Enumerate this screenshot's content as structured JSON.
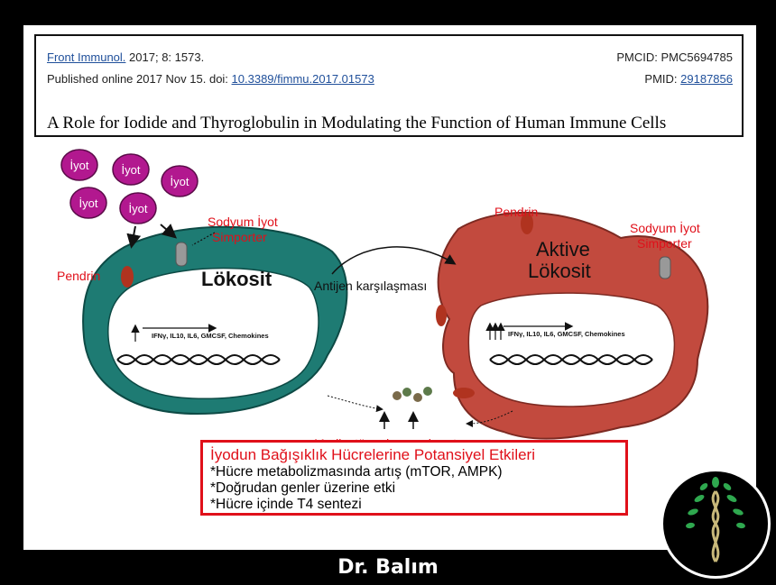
{
  "header": {
    "journal": "Front Immunol.",
    "citation": "2017; 8: 1573.",
    "published": "Published online 2017 Nov 15. doi: ",
    "doi": "10.3389/fimmu.2017.01573",
    "pmcid": "PMCID: PMC5694785",
    "pmid_label": "PMID: ",
    "pmid": "29187856",
    "title": "A Role for Iodide and Thyroglobulin in Modulating the Function of Human Immune Cells"
  },
  "figure": {
    "iodine_label": "İyot",
    "left_cell": {
      "name": "Lökosit",
      "pendrin": "Pendrin",
      "symporter_line1": "Sodyum İyot",
      "symporter_line2": "Simporter",
      "genes": "IFNγ, IL10, IL6, GMCSF, Chemokines"
    },
    "right_cell": {
      "name_line1": "Aktive",
      "name_line2": "Lökosit",
      "pendrin": "Pendrin",
      "symporter_line1": "Sodyum İyot",
      "symporter_line2": "Simporter",
      "genes": "IFNγ, IL10, IL6, GMCSF, Chemokines"
    },
    "antigen": "Antijen karşılaşması",
    "mediator": "Mediyatör salınımında artış",
    "colors": {
      "left_cell": "#1e7b73",
      "right_cell": "#c24a3e",
      "iodine": "#b2188f",
      "accent": "#e0101a"
    }
  },
  "effects": {
    "title": "İyodun Bağışıklık Hücrelerine Potansiyel Etkileri",
    "items": [
      "*Hücre metabolizmasında artış (mTOR, AMPK)",
      "*Doğrudan genler üzerine etki",
      "*Hücre içinde T4 sentezi"
    ]
  },
  "signature": "Dr. Balım",
  "logo_icon": "dna-tree-icon"
}
